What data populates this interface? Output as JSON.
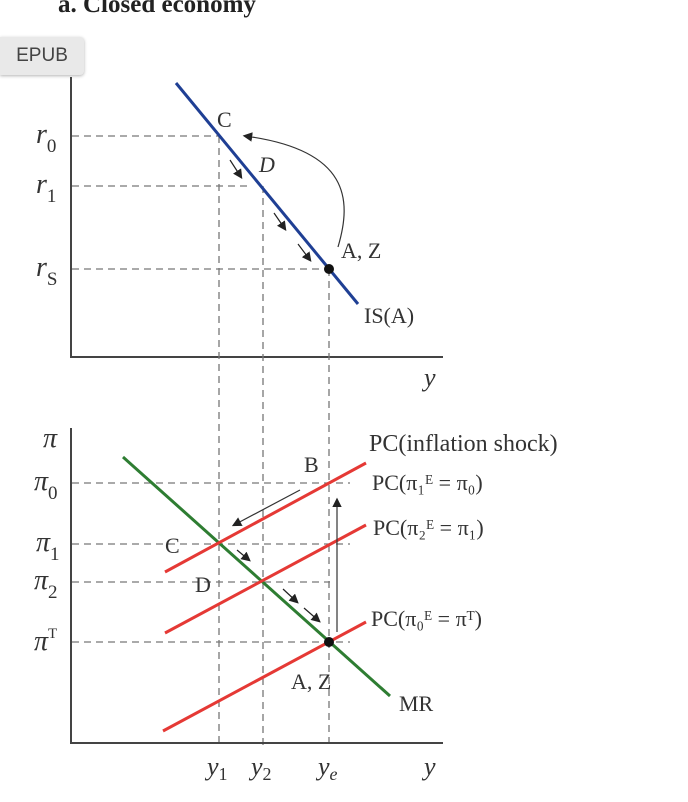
{
  "title": "a. Closed economy",
  "epub_button": "EPUB",
  "colors": {
    "is_curve": "#1f3f94",
    "mr_curve": "#2e7d32",
    "pc_curves": "#e53935"
  },
  "top_panel": {
    "y_ticks": {
      "r0": "r",
      "r0_sub": "0",
      "r1": "r",
      "r1_sub": "1",
      "rs": "r",
      "rs_sub": "S"
    },
    "x_axis_label": "y",
    "curve_label": "IS(A)",
    "points": {
      "c": "C",
      "d": "D",
      "az": "A, Z"
    }
  },
  "bottom_panel": {
    "y_axis_label": "π",
    "y_ticks": {
      "pi0_sub": "0",
      "pi1_sub": "1",
      "pi2_sub": "2",
      "piT_sup": "T",
      "pi": "π"
    },
    "x_ticks": {
      "y": "y",
      "y1_sub": "1",
      "y2_sub": "2",
      "ye_sub": "e"
    },
    "x_axis_label": "y",
    "curves": {
      "shock": "PC(inflation shock)",
      "pc1": "PC(π₁ᴱ = π₀)",
      "pc2": "PC(π₂ᴱ = π₁)",
      "pc0": "PC(π₀ᴱ = πᵀ)",
      "mr": "MR"
    },
    "points": {
      "b": "B",
      "c": "C",
      "d": "D",
      "az": "A, Z"
    }
  }
}
